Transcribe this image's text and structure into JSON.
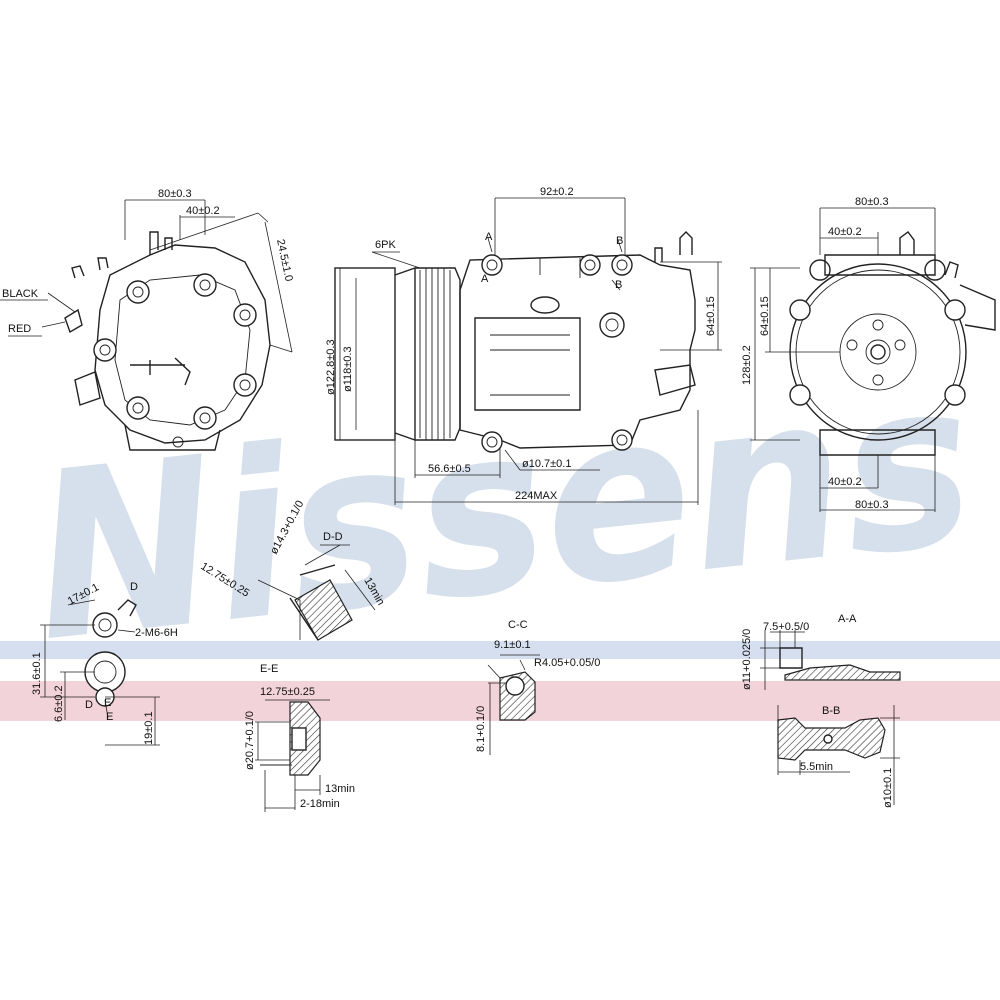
{
  "watermark": "Nissens",
  "colors": {
    "line": "#222222",
    "watermark": "#c9d6e6",
    "band_blue": "#d5dff0",
    "band_pink": "#f3d3da"
  },
  "labels": {
    "black": "BLACK",
    "red": "RED",
    "belt": "6PK",
    "sec_dd": "D-D",
    "sec_ee": "E-E",
    "sec_cc": "C-C",
    "sec_aa": "A-A",
    "sec_bb": "B-B",
    "mark_a1": "A",
    "mark_a2": "A",
    "mark_b1": "B",
    "mark_b2": "B",
    "mark_d1": "D",
    "mark_d2": "D",
    "mark_e1": "E",
    "mark_e2": "E",
    "thread": "2-M6-6H"
  },
  "dims": {
    "left_80": "80±0.3",
    "left_40": "40±0.2",
    "left_24_5": "24.5±1.0",
    "mid_92": "92±0.2",
    "mid_122_8": "ø122.8±0.3",
    "mid_118": "ø118±0.3",
    "mid_64": "64±0.15",
    "mid_56_6": "56.6±0.5",
    "mid_10_7": "ø10.7±0.1",
    "mid_224": "224MAX",
    "right_80_top": "80±0.3",
    "right_40_top": "40±0.2",
    "right_64": "64±0.15",
    "right_128": "128±0.2",
    "right_40_bot": "40±0.2",
    "right_80_bot": "80±0.3",
    "d_14_3": "ø14.3+0.1/0",
    "d_12_75": "12.75±0.25",
    "d_13": "13min",
    "bl_17": "17±0.1",
    "bl_31_6": "31.6±0.1",
    "bl_6_6": "6.6±0.2",
    "bl_19": "19±0.1",
    "e_12_75": "12.75±0.25",
    "e_20_7": "ø20.7+0.1/0",
    "e_13": "13min",
    "e_18": "2-18min",
    "c_9_1": "9.1±0.1",
    "c_r4_05": "R4.05+0.05/0",
    "c_8_1": "8.1+0.1/0",
    "a_7_5": "7.5+0.5/0",
    "a_11": "ø11+0.025/0",
    "b_5_5": "5.5min",
    "b_10": "ø10±0.1"
  }
}
